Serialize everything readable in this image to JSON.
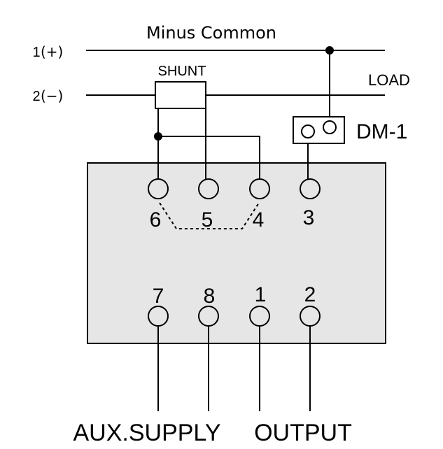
{
  "lines": {
    "plus": {
      "number": "1",
      "symbol": "(+)"
    },
    "minus": {
      "number": "2",
      "symbol": "(−)"
    },
    "common_label": "Minus Common",
    "load_label": "LOAD"
  },
  "shunt": {
    "label": "SHUNT"
  },
  "dm1": {
    "label": "DM-1"
  },
  "meter": {
    "top_terminals": [
      "6",
      "5",
      "4",
      "3"
    ],
    "bottom_terminals": [
      "7",
      "8",
      "1",
      "2"
    ]
  },
  "footer": {
    "aux_supply": "AUX.SUPPLY",
    "output": "OUTPUT"
  }
}
